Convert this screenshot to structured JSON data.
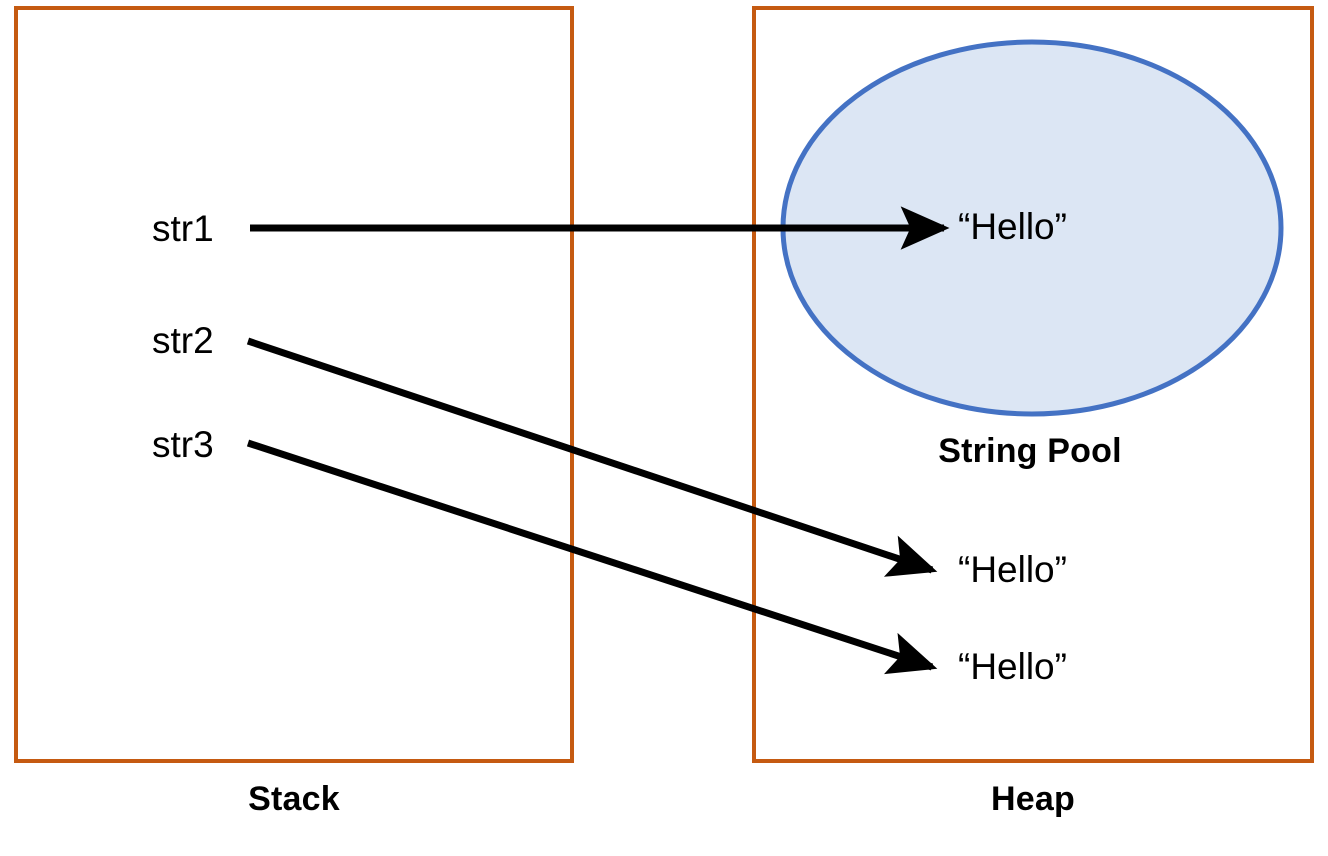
{
  "diagram": {
    "title": "Java String Stack / Heap String Pool reference diagram",
    "colors": {
      "region_border": "#c55a11",
      "pool_fill": "#dce6f4",
      "pool_stroke": "#4472c4",
      "arrow": "#000000",
      "text": "#000000",
      "background": "#ffffff"
    },
    "regions": [
      {
        "id": "stack",
        "label": "Stack"
      },
      {
        "id": "heap",
        "label": "Heap"
      }
    ],
    "pool": {
      "label": "String Pool",
      "value": "“Hello”"
    },
    "stack_variables": [
      {
        "name": "str1"
      },
      {
        "name": "str2"
      },
      {
        "name": "str3"
      }
    ],
    "heap_values": [
      {
        "value": "“Hello”",
        "location": "string-pool"
      },
      {
        "value": "“Hello”",
        "location": "heap"
      },
      {
        "value": "“Hello”",
        "location": "heap"
      }
    ],
    "arrows": [
      {
        "from": "str1",
        "to": "pool-hello"
      },
      {
        "from": "str2",
        "to": "heap-hello-1"
      },
      {
        "from": "str3",
        "to": "heap-hello-2"
      }
    ]
  }
}
